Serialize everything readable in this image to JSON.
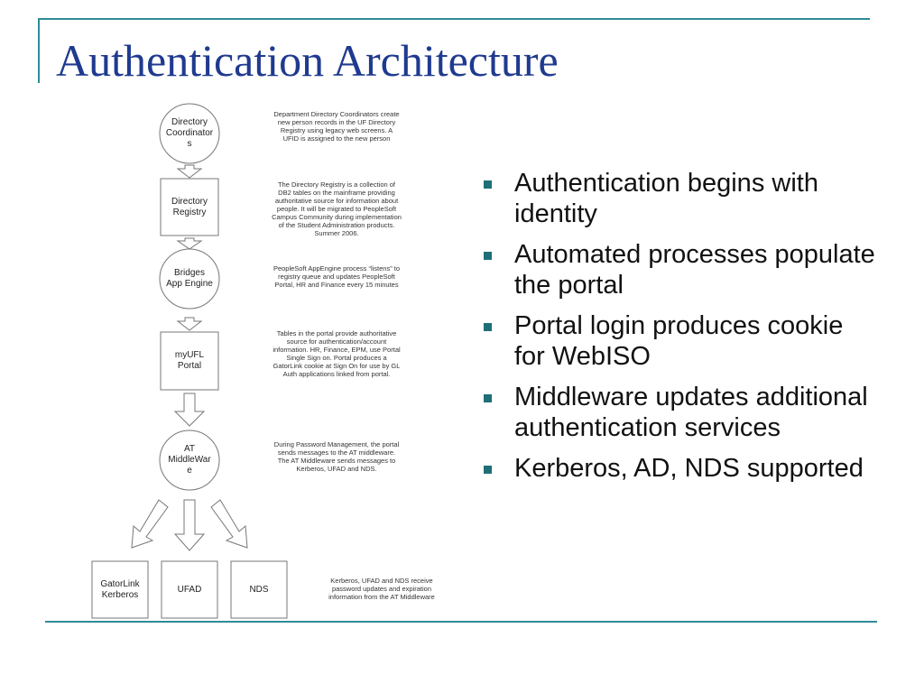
{
  "slide": {
    "title": "Authentication Architecture",
    "accent_color": "#2e8b96",
    "title_color": "#1f3a8f",
    "bullet_color": "#1f6f78"
  },
  "diagram": {
    "nodes": [
      {
        "id": "directory-coordinators",
        "shape": "circle",
        "lines": [
          "Directory",
          "Coordinator",
          "s"
        ]
      },
      {
        "id": "directory-registry",
        "shape": "rect",
        "lines": [
          "Directory",
          "Registry"
        ]
      },
      {
        "id": "bridges-app-engine",
        "shape": "circle",
        "lines": [
          "Bridges",
          "App Engine"
        ]
      },
      {
        "id": "myufl-portal",
        "shape": "rect",
        "lines": [
          "myUFL",
          "Portal"
        ]
      },
      {
        "id": "at-middleware",
        "shape": "circle",
        "lines": [
          "AT",
          "MiddleWar",
          "e"
        ]
      },
      {
        "id": "gatorlink-kerberos",
        "shape": "rect",
        "lines": [
          "GatorLink",
          "Kerberos"
        ]
      },
      {
        "id": "ufad",
        "shape": "rect",
        "lines": [
          "UFAD"
        ]
      },
      {
        "id": "nds",
        "shape": "rect",
        "lines": [
          "NDS"
        ]
      }
    ],
    "descriptions": [
      [
        "Department Directory Coordinators create",
        "new person records in the UF Directory",
        "Registry using legacy web screens.  A",
        "UFID is assigned to the new person"
      ],
      [
        "The Directory Registry is a collection of",
        "DB2 tables on the mainframe providing",
        "authoritative source for information about",
        "people.  It will be migrated to PeopleSoft",
        "Campus Community during implementation",
        "of the Student Administration products.",
        "Summer 2006."
      ],
      [
        "PeopleSoft  AppEngine process “listens” to",
        "registry queue and updates PeopleSoft",
        "Portal, HR and Finance every 15 minutes"
      ],
      [
        "Tables in the portal provide authoritative",
        "source for authentication/account",
        "information.  HR, Finance, EPM, use Portal",
        "Single Sign on.  Portal produces a",
        "GatorLink cookie at Sign On for use by GL",
        "Auth applications linked from portal."
      ],
      [
        "During Password Management, the portal",
        "sends messages to the AT middleware.",
        "The AT Middleware sends messages to",
        "Kerberos, UFAD and NDS."
      ],
      [
        "Kerberos, UFAD and NDS receive",
        "password updates and expiration",
        "information from the AT Middleware"
      ]
    ]
  },
  "bullets": [
    "Authentication begins with identity",
    "Automated processes populate the portal",
    "Portal login produces cookie for WebISO",
    "Middleware updates additional authentication services",
    "Kerberos, AD, NDS supported"
  ]
}
